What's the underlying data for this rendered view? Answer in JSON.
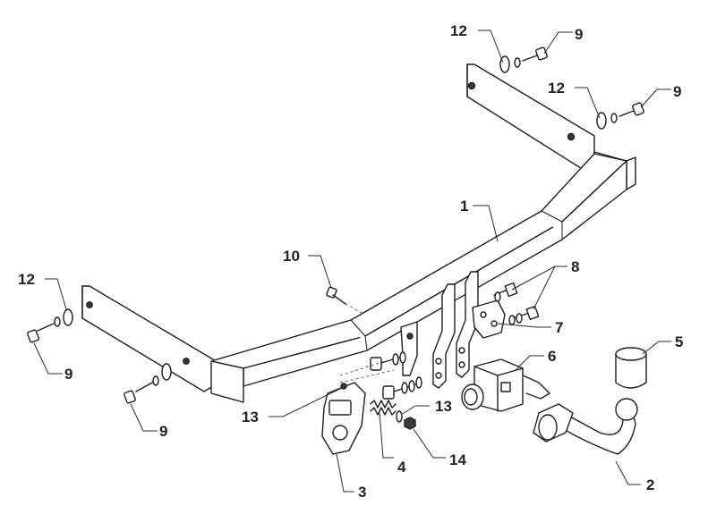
{
  "diagram": {
    "callouts": [
      "1",
      "2",
      "3",
      "4",
      "5",
      "6",
      "7",
      "8",
      "9",
      "10",
      "12",
      "13",
      "14"
    ],
    "labels": {
      "l12a": "12",
      "l9a": "9",
      "l12b": "12",
      "l9b": "9",
      "l1": "1",
      "l10": "10",
      "l12c": "12",
      "l9c": "9",
      "l9d": "9",
      "l8": "8",
      "l5": "5",
      "l7": "7",
      "l6": "6",
      "l13a": "13",
      "l13b": "13",
      "l4": "4",
      "l14": "14",
      "l3": "3",
      "l2": "2"
    }
  }
}
